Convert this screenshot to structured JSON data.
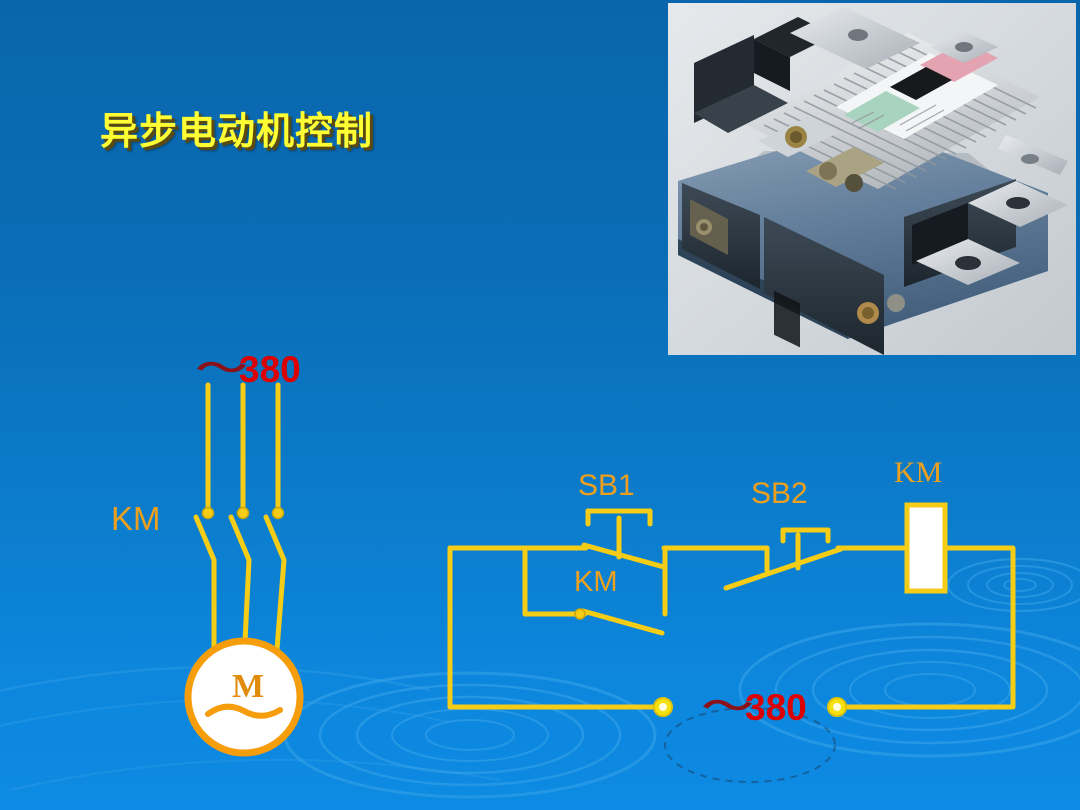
{
  "slide": {
    "title": "异步电动机控制",
    "background_top_color": "#0a66ac",
    "background_bottom_color": "#0d8ae3",
    "wire_color": "#f5cc16",
    "label_color": "#eda01e",
    "voltage_color": "#dd0000",
    "title_color": "#ffff33"
  },
  "photo": {
    "caption": "ac-contactor-photograph",
    "alt": "AC contactor device photograph"
  },
  "power_circuit": {
    "supply_label": "380",
    "supply_tilde": "～",
    "contactor_label": "KM",
    "motor_label": "M",
    "phase_count": 3
  },
  "control_circuit": {
    "start_button_label": "SB1",
    "holding_contact_label": "KM",
    "stop_button_label": "SB2",
    "coil_label": "KM",
    "supply_label": "380",
    "supply_tilde": "～"
  }
}
